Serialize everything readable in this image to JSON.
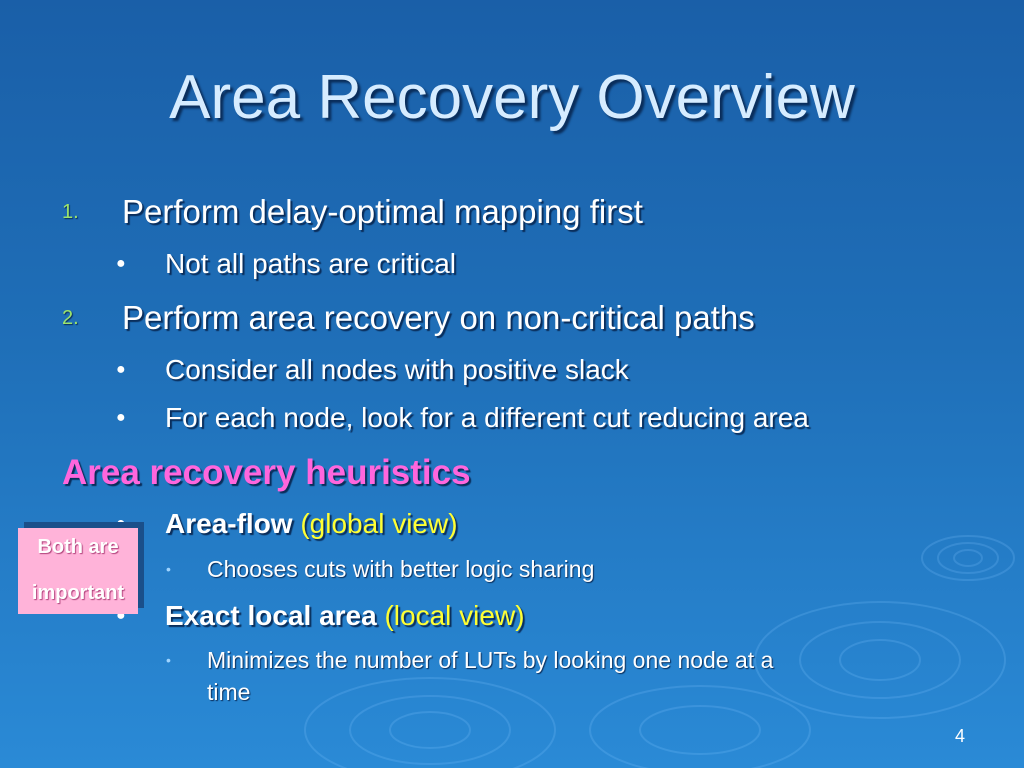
{
  "slide": {
    "title": "Area Recovery Overview",
    "items": [
      {
        "number": "1.",
        "text": "Perform delay-optimal mapping first"
      },
      {
        "bullet": "Not all paths are critical"
      },
      {
        "number": "2.",
        "text": "Perform area recovery on non-critical paths"
      },
      {
        "bullet": "Consider all nodes with positive slack"
      },
      {
        "bullet": "For each node, look for a different cut reducing area"
      }
    ],
    "heading": "Area recovery heuristics",
    "heuristics": [
      {
        "name": "Area-flow",
        "view": "(global view)",
        "detail": "Chooses cuts with better logic sharing"
      },
      {
        "name": "Exact local area",
        "view": "(local view)",
        "detail_line1": "Minimizes the number of LUTs by looking one node at a",
        "detail_line2": "time"
      }
    ],
    "note": {
      "line1": "Both are",
      "line2": "important"
    },
    "page_number": "4"
  }
}
